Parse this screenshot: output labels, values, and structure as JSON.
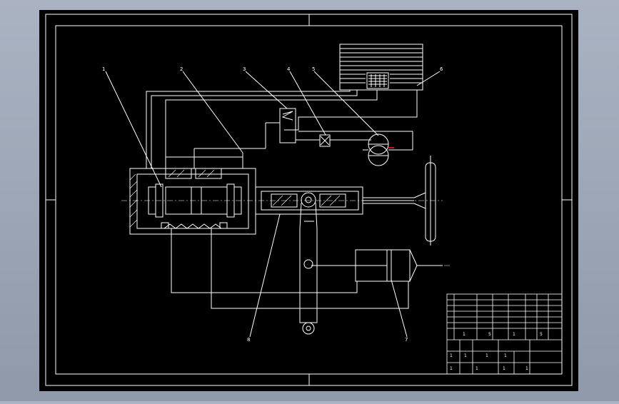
{
  "drawing": {
    "background": "#000000",
    "line_color": "#ffffff",
    "accent_color": "#ff2020",
    "callouts": [
      "1",
      "2",
      "3",
      "4",
      "5",
      "6",
      "8",
      "7"
    ]
  },
  "title_block": {
    "rows": [
      "",
      "",
      "",
      "",
      "",
      "",
      ""
    ],
    "scale_marks": [
      "1",
      "5",
      "1",
      "5"
    ],
    "sheet_marks": [
      "1",
      "1",
      "1",
      "1",
      "1",
      "1",
      "1",
      "1"
    ]
  }
}
